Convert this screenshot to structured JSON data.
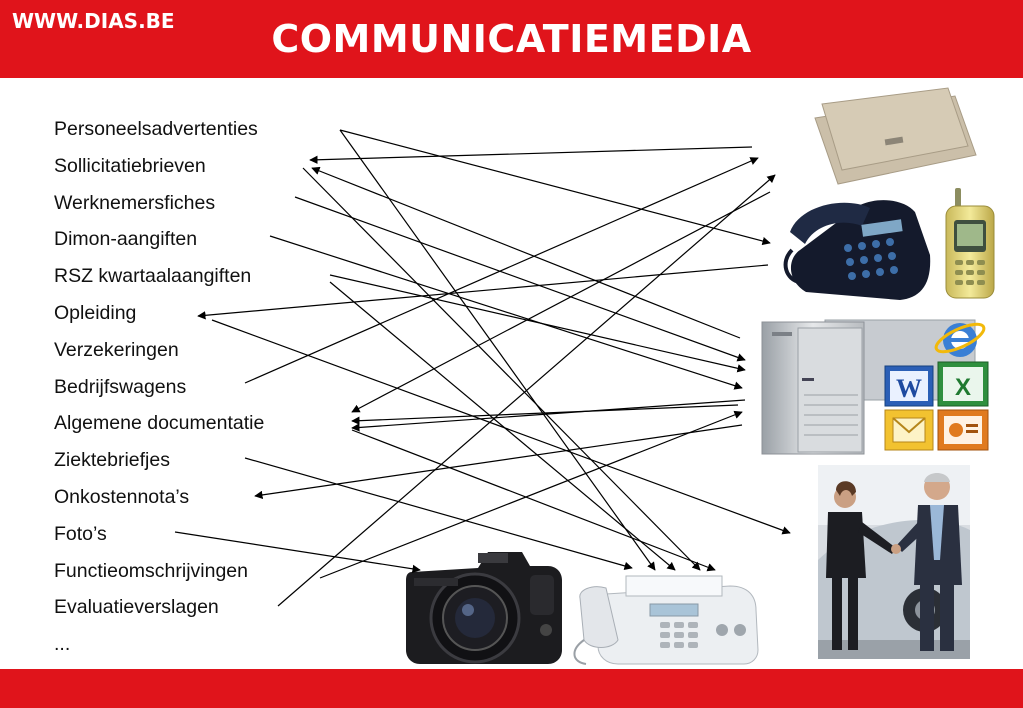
{
  "header": {
    "title": "COMMUNICATIEMEDIA"
  },
  "footer": {
    "url": "WWW.DIAS.BE"
  },
  "items": [
    "Personeelsadvertenties",
    "Sollicitatiebrieven",
    "Werknemersfiches",
    "Dimon-aangiften",
    "RSZ kwartaalaangiften",
    "Opleiding",
    "Verzekeringen",
    "Bedrijfswagens",
    "Algemene documentatie",
    "Ziektebriefjes",
    "Onkostennota’s",
    "Foto’s",
    "Functieomschrijvingen",
    "Evaluatieverslagen",
    "..."
  ],
  "colors": {
    "brand_red": "#e0141b",
    "arrow": "#000000"
  },
  "media_icons": [
    "envelope-icon",
    "desk-phone-icon",
    "mobile-phone-icon",
    "computer-icon",
    "ie-icon",
    "word-icon",
    "excel-icon",
    "outlook-icon",
    "powerpoint-icon",
    "meeting-photo-icon",
    "camera-icon",
    "fax-icon"
  ]
}
